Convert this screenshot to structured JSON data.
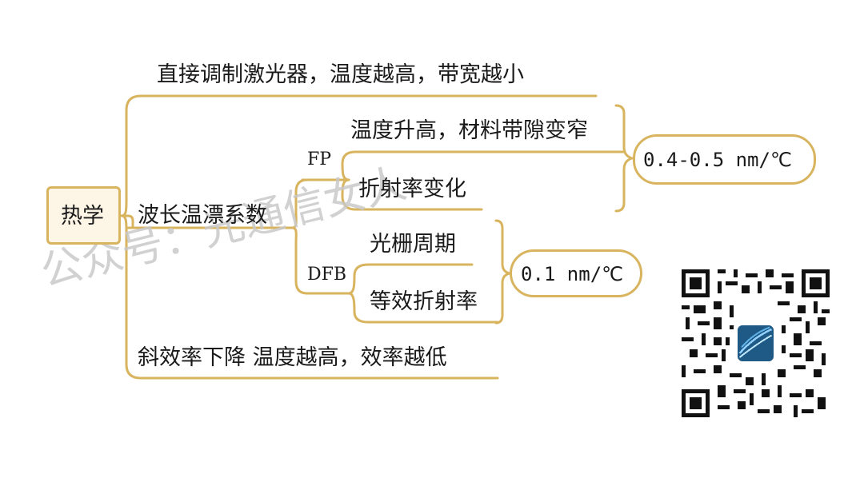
{
  "root": {
    "label": "热学"
  },
  "branches": {
    "direct": "直接调制激光器，温度越高，带宽越小",
    "wavelength": "波长温漂系数",
    "fp": "FP",
    "fp_item1": "温度升高，材料带隙变窄",
    "fp_item2": "折射率变化",
    "fp_value": "0.4-0.5 nm/℃",
    "dfb": "DFB",
    "dfb_item1": "光栅周期",
    "dfb_item2": "等效折射率",
    "dfb_value": "0.1 nm/℃",
    "slope": "斜效率下降 温度越高，效率越低"
  },
  "watermark": "公众号：光通信女人",
  "colors": {
    "line": "#d9b45f",
    "root_fill": "#fdf6e6",
    "watermark": "#c9c9c9"
  }
}
